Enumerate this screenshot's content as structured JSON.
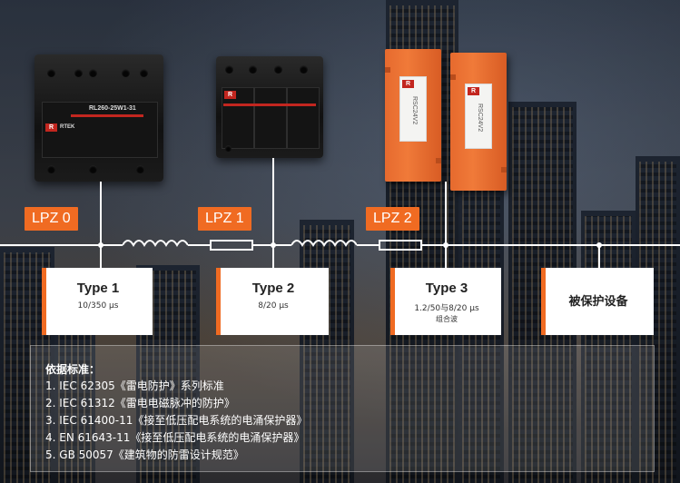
{
  "zones": [
    {
      "label": "LPZ 0"
    },
    {
      "label": "LPZ 1"
    },
    {
      "label": "LPZ 2"
    }
  ],
  "boxes": [
    {
      "title": "Type 1",
      "line1": "10/350 μs",
      "line2": ""
    },
    {
      "title": "Type 2",
      "line1": "8/20 μs",
      "line2": ""
    },
    {
      "title": "Type 3",
      "line1": "1.2/50与8/20 μs",
      "line2": "组合波"
    },
    {
      "title": "被保护设备"
    }
  ],
  "devices": {
    "type1_model": "RL260-25W1-31",
    "brand": "RTEK",
    "brand_r": "R",
    "type3_model_a": "RSC24V2",
    "type3_model_b": "RSC24V2"
  },
  "standards": {
    "title": "依据标准：",
    "items": [
      "1. IEC 62305《雷电防护》系列标准",
      "2. IEC 61312《雷电电磁脉冲的防护》",
      "3. IEC 61400-11《接至低压配电系统的电涌保护器》",
      "4. EN 61643-11《接至低压配电系统的电涌保护器》",
      "5. GB 50057《建筑物的防雷设计规范》"
    ]
  },
  "colors": {
    "accent": "#f06b22",
    "device_orange": "#f07a39",
    "brand_red": "#c2261f"
  }
}
